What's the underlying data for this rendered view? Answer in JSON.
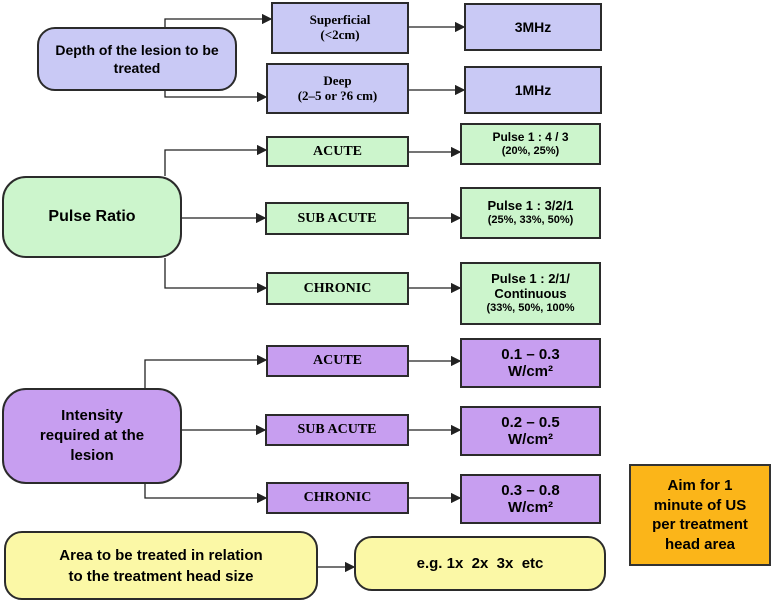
{
  "depth": {
    "label": "Depth of the lesion to be treated",
    "superficial": {
      "line1": "Superficial",
      "line2": "(<2cm)",
      "freq": "3MHz"
    },
    "deep": {
      "line1": "Deep",
      "line2": "(2–5 or ?6 cm)",
      "freq": "1MHz"
    }
  },
  "pulse": {
    "label": "Pulse Ratio",
    "acute": {
      "label": "ACUTE",
      "ratio": "Pulse 1 : 4 / 3",
      "pct": "(20%, 25%)"
    },
    "subacute": {
      "label": "SUB ACUTE",
      "ratio": "Pulse 1 : 3/2/1",
      "pct": "(25%, 33%, 50%)"
    },
    "chronic": {
      "label": "CHRONIC",
      "ratio": "Pulse 1 : 2/1/",
      "ratio2": "Continuous",
      "pct": "(33%, 50%, 100%"
    }
  },
  "intensity": {
    "line1": "Intensity",
    "line2": "required at the",
    "line3": "lesion",
    "acute": {
      "label": "ACUTE",
      "range": "0.1 – 0.3",
      "unit": "W/cm²"
    },
    "subacute": {
      "label": "SUB ACUTE",
      "range": "0.2 – 0.5",
      "unit": "W/cm²"
    },
    "chronic": {
      "label": "CHRONIC",
      "range": "0.3 – 0.8",
      "unit": "W/cm²"
    }
  },
  "area": {
    "line1": "Area to be treated in relation",
    "line2": "to the treatment head size",
    "example": "e.g. 1x  2x  3x  etc"
  },
  "aim": {
    "line1": "Aim for 1",
    "line2": "minute of US",
    "line3": "per treatment",
    "line4": "head area"
  },
  "colors": {
    "blue": "#c9c9f5",
    "green": "#ccf5cc",
    "purple": "#c79ef0",
    "yellow": "#fbf8a6",
    "orange": "#fbb519"
  }
}
